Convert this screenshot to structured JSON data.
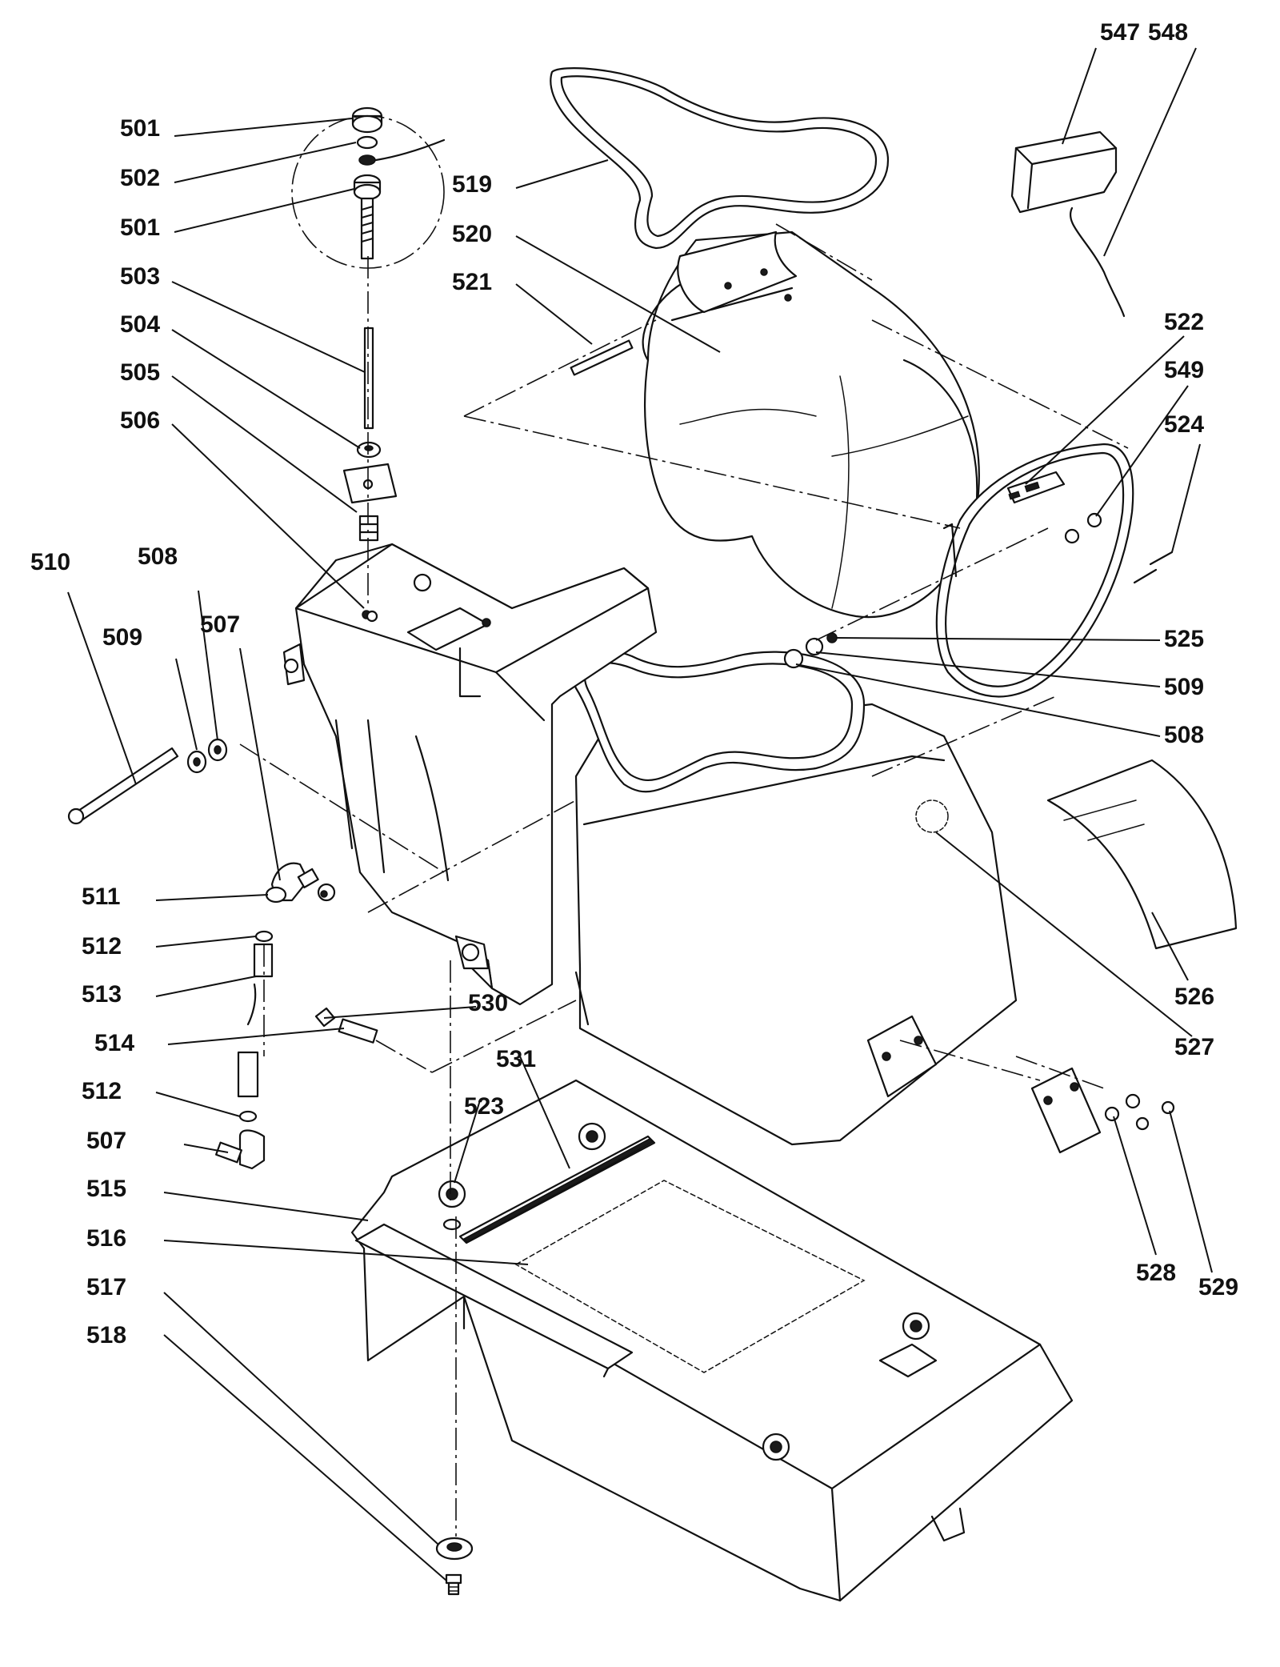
{
  "diagram": {
    "type": "exploded parts diagram",
    "labels": {
      "p501a": "501",
      "p502": "502",
      "p501b": "501",
      "p503": "503",
      "p504": "504",
      "p505": "505",
      "p506": "506",
      "p507a": "507",
      "p507b": "507",
      "p508a": "508",
      "p508b": "508",
      "p509a": "509",
      "p509b": "509",
      "p510": "510",
      "p511": "511",
      "p512a": "512",
      "p512b": "512",
      "p513": "513",
      "p514": "514",
      "p515": "515",
      "p516": "516",
      "p517": "517",
      "p518": "518",
      "p519": "519",
      "p520": "520",
      "p521": "521",
      "p522": "522",
      "p523": "523",
      "p524": "524",
      "p525": "525",
      "p526": "526",
      "p527": "527",
      "p528": "528",
      "p529": "529",
      "p530": "530",
      "p531": "531",
      "p547": "547",
      "p548": "548",
      "p549": "549"
    }
  }
}
